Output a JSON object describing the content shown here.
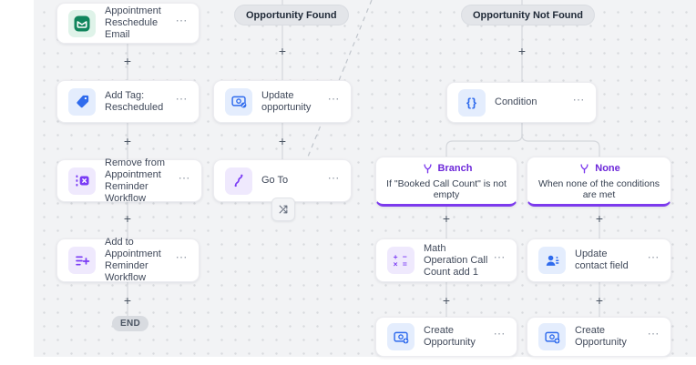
{
  "ui": {
    "plus": "+",
    "more": "⋯",
    "end": "END"
  },
  "pills": {
    "found": "Opportunity Found",
    "not_found": "Opportunity Not Found"
  },
  "nodes": {
    "email": {
      "title": "Appointment Reschedule Email"
    },
    "add_tag": {
      "title": "Add Tag: Rescheduled"
    },
    "remove_workflow": {
      "title": "Remove from Appointment Reminder Workflow"
    },
    "add_workflow": {
      "title": "Add to Appointment Reminder Workflow"
    },
    "update_opportunity": {
      "title": "Update opportunity"
    },
    "go_to": {
      "title": "Go To"
    },
    "condition": {
      "title": "Condition"
    },
    "math": {
      "title": "Math Operation Call Count add 1"
    },
    "update_contact": {
      "title": "Update contact field"
    },
    "create_opportunity_left": {
      "title": "Create Opportunity"
    },
    "create_opportunity_right": {
      "title": "Create Opportunity"
    }
  },
  "branches": {
    "branch": {
      "label": "Branch",
      "description": "If \"Booked Call Count\" is not empty"
    },
    "none": {
      "label": "None",
      "description": "When none of the conditions are met"
    }
  },
  "icons": {
    "condition_glyph": "{}",
    "math_row1": "+ −",
    "math_row2": "× ="
  },
  "colors": {
    "canvas_bg": "#f2f3f5",
    "node_bg": "#ffffff",
    "accent_purple": "#7c3aed",
    "accent_blue": "#2f6bed",
    "accent_green": "#11855c",
    "pill_bg": "#e3e5e9",
    "wire": "#d4d7dc"
  }
}
